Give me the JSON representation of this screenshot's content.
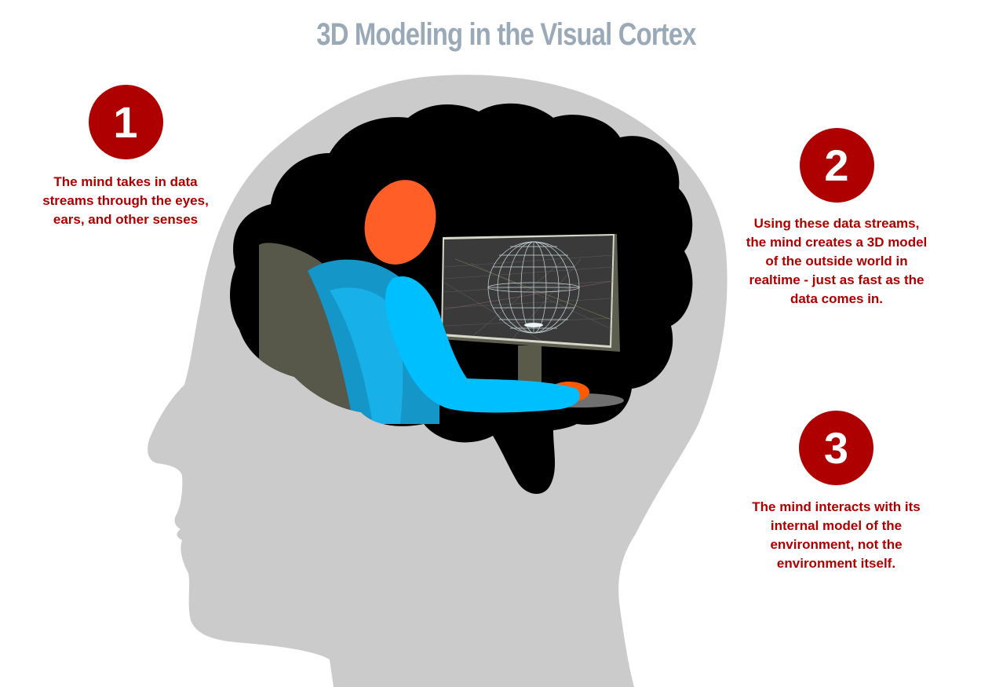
{
  "title": "3D Modeling in the Visual Cortex",
  "colors": {
    "title": "#9aa9b8",
    "accent_red": "#ae0000",
    "head_silhouette": "#cbcbcb",
    "brain": "#000000",
    "person_head": "#ff5f26",
    "person_torso": "#1496c8",
    "person_arm": "#00bfff",
    "chair": "#58584a",
    "monitor_screen": "#3c3c3c",
    "monitor_stand": "#5a5a4a",
    "mouse": "#ff5a00",
    "mousepad": "#707070"
  },
  "illustration": {
    "head_icon": "human-head-profile-silhouette",
    "brain_icon": "brain-cloud-shape",
    "scene": "person-sitting-at-computer-viewing-3d-wireframe-sphere"
  },
  "steps": [
    {
      "number": "1",
      "text": "The mind takes in data streams through the eyes, ears, and other senses"
    },
    {
      "number": "2",
      "text": "Using these data streams, the mind creates a 3D model of the outside world in realtime - just as fast as the data comes in."
    },
    {
      "number": "3",
      "text": "The mind interacts with its internal model of the environment, not the environment itself."
    }
  ]
}
